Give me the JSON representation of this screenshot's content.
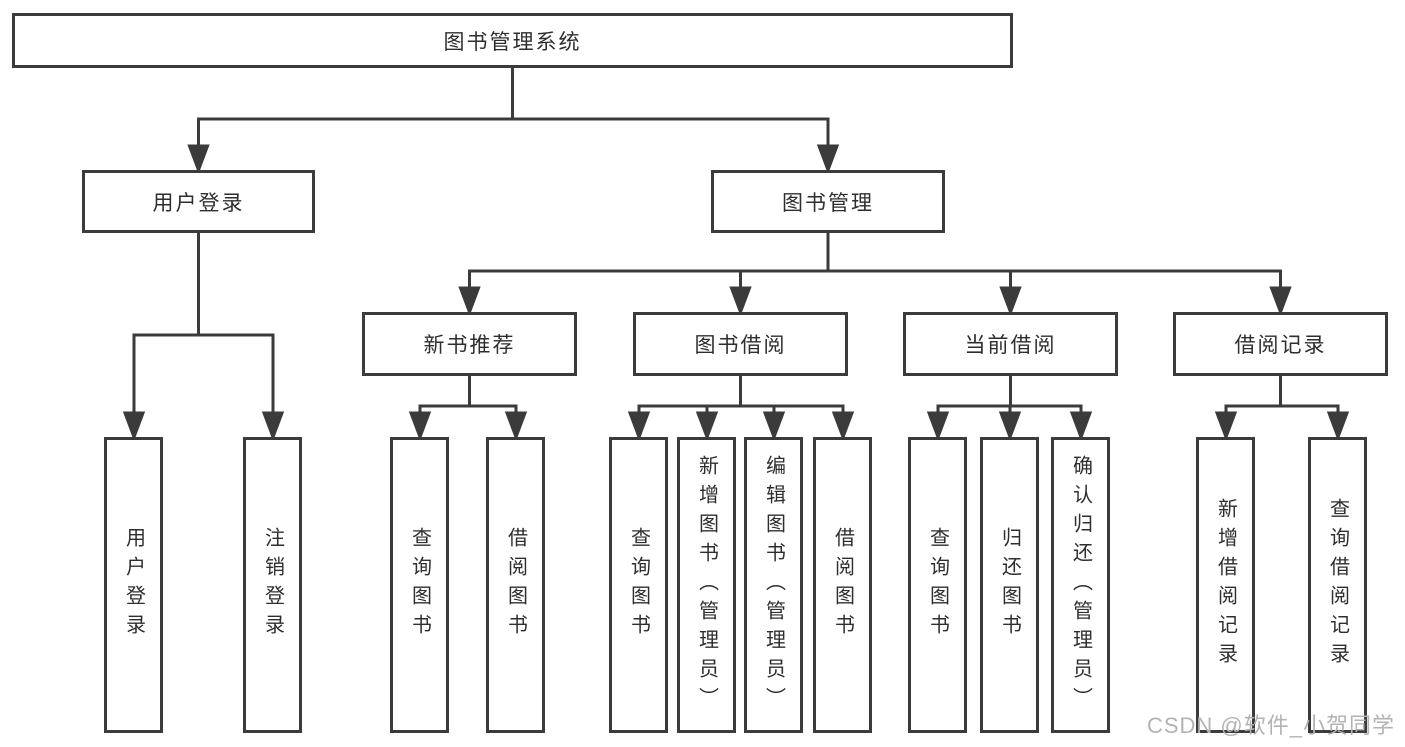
{
  "tree": {
    "label": "图书管理系统",
    "children": [
      {
        "label": "用户登录",
        "children": [
          {
            "label": "用户登录"
          },
          {
            "label": "注销登录"
          }
        ]
      },
      {
        "label": "图书管理",
        "children": [
          {
            "label": "新书推荐",
            "children": [
              {
                "label": "查询图书"
              },
              {
                "label": "借阅图书"
              }
            ]
          },
          {
            "label": "图书借阅",
            "children": [
              {
                "label": "查询图书"
              },
              {
                "label": "新增图书（管理员）"
              },
              {
                "label": "编辑图书（管理员）"
              },
              {
                "label": "借阅图书"
              }
            ]
          },
          {
            "label": "当前借阅",
            "children": [
              {
                "label": "查询图书"
              },
              {
                "label": "归还图书"
              },
              {
                "label": "确认归还（管理员）"
              }
            ]
          },
          {
            "label": "借阅记录",
            "children": [
              {
                "label": "新增借阅记录"
              },
              {
                "label": "查询借阅记录"
              }
            ]
          }
        ]
      }
    ]
  },
  "watermark": {
    "text": "CSDN @软件_小贺同学"
  },
  "colors": {
    "line": "#3b3b3b",
    "box_border": "#3b3b3b",
    "text": "#2e2e2e",
    "background": "#ffffff",
    "watermark": "#b3b3b3"
  }
}
